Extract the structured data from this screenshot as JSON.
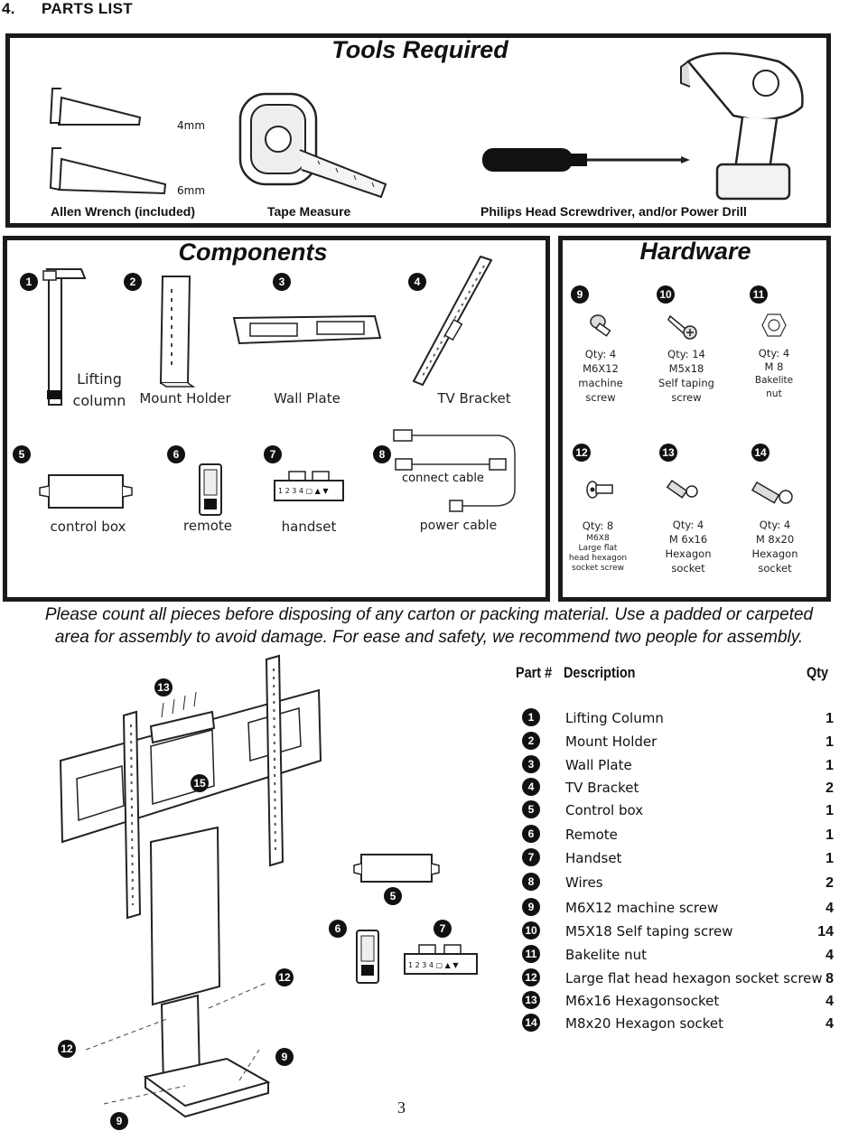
{
  "section": {
    "number": "4.",
    "title": "PARTS LIST"
  },
  "tools": {
    "title": "Tools Required",
    "allen_4mm": "4mm",
    "allen_6mm": "6mm",
    "allen_caption": "Allen Wrench (included)",
    "tape_caption": "Tape Measure",
    "drill_caption": "Philips Head Screwdriver, and/or Power Drill"
  },
  "components": {
    "title": "Components",
    "items": [
      {
        "num": "1",
        "label_line1": "Lifting",
        "label_line2": "column"
      },
      {
        "num": "2",
        "label": "Mount Holder"
      },
      {
        "num": "3",
        "label": "Wall Plate"
      },
      {
        "num": "4",
        "label": "TV Bracket"
      },
      {
        "num": "5",
        "label": "control box"
      },
      {
        "num": "6",
        "label": "remote"
      },
      {
        "num": "7",
        "label": "handset"
      },
      {
        "num": "8",
        "label_a": "connect cable",
        "label_b": "power cable"
      }
    ],
    "handset_keys": "1 2 3 4 ▢ ▲ ▼",
    "handset2_keys": "1 2 3 4 ▢ ▲ ▼"
  },
  "hardware": {
    "title": "Hardware",
    "items": [
      {
        "num": "9",
        "qty": "Qty: 4",
        "l1": "M6X12",
        "l2": "machine",
        "l3": "screw"
      },
      {
        "num": "10",
        "qty": "Qty: 14",
        "l1": "M5x18",
        "l2": "Self taping",
        "l3": "screw"
      },
      {
        "num": "11",
        "qty": "Qty: 4",
        "l1": "M 8",
        "l2": "Bakelite",
        "l3": "nut"
      },
      {
        "num": "12",
        "qty": "Qty: 8",
        "l1": "M6X8",
        "l2": "Large flat",
        "l3": "head hexagon",
        "l4": "socket screw"
      },
      {
        "num": "13",
        "qty": "Qty: 4",
        "l1": "M 6x16",
        "l2": "Hexagon",
        "l3": "socket"
      },
      {
        "num": "14",
        "qty": "Qty: 4",
        "l1": "M 8x20",
        "l2": "Hexagon",
        "l3": "socket"
      }
    ]
  },
  "notice": {
    "line1": "Please count all pieces before disposing of any carton or packing material. Use a padded or carpeted",
    "line2": "area for assembly to avoid damage. For ease and safety, we recommend two people for assembly."
  },
  "table": {
    "col_part": "Part #",
    "col_desc": "Description",
    "col_qty": "Qty",
    "rows": [
      {
        "num": "1",
        "desc": "Lifting  Column",
        "qty": "1"
      },
      {
        "num": "2",
        "desc": "Mount Holder",
        "qty": "1"
      },
      {
        "num": "3",
        "desc": "Wall Plate",
        "qty": "1"
      },
      {
        "num": "4",
        "desc": "TV Bracket",
        "qty": "2"
      },
      {
        "num": "5",
        "desc": "Control box",
        "qty": "1"
      },
      {
        "num": "6",
        "desc": "Remote",
        "qty": "1"
      },
      {
        "num": "7",
        "desc": "Handset",
        "qty": "1"
      },
      {
        "num": "8",
        "desc": "Wires",
        "qty": "2"
      },
      {
        "num": "9",
        "desc": "M6X12  machine screw",
        "qty": "4"
      },
      {
        "num": "10",
        "desc": "M5X18 Self taping screw",
        "qty": "14"
      },
      {
        "num": "11",
        "desc": "Bakelite  nut",
        "qty": "4"
      },
      {
        "num": "12",
        "desc": "Large flat head hexagon socket screw",
        "qty": "8"
      },
      {
        "num": "13",
        "desc": "M6x16 Hexagonsocket",
        "qty": "4"
      },
      {
        "num": "14",
        "desc": "M8x20 Hexagon socket",
        "qty": "4"
      }
    ]
  },
  "diagram_callouts": {
    "c13": "13",
    "c15": "15",
    "c12a": "12",
    "c12b": "12",
    "c9a": "9",
    "c9b": "9",
    "c5": "5",
    "c6": "6",
    "c7": "7"
  },
  "page_number": "3"
}
